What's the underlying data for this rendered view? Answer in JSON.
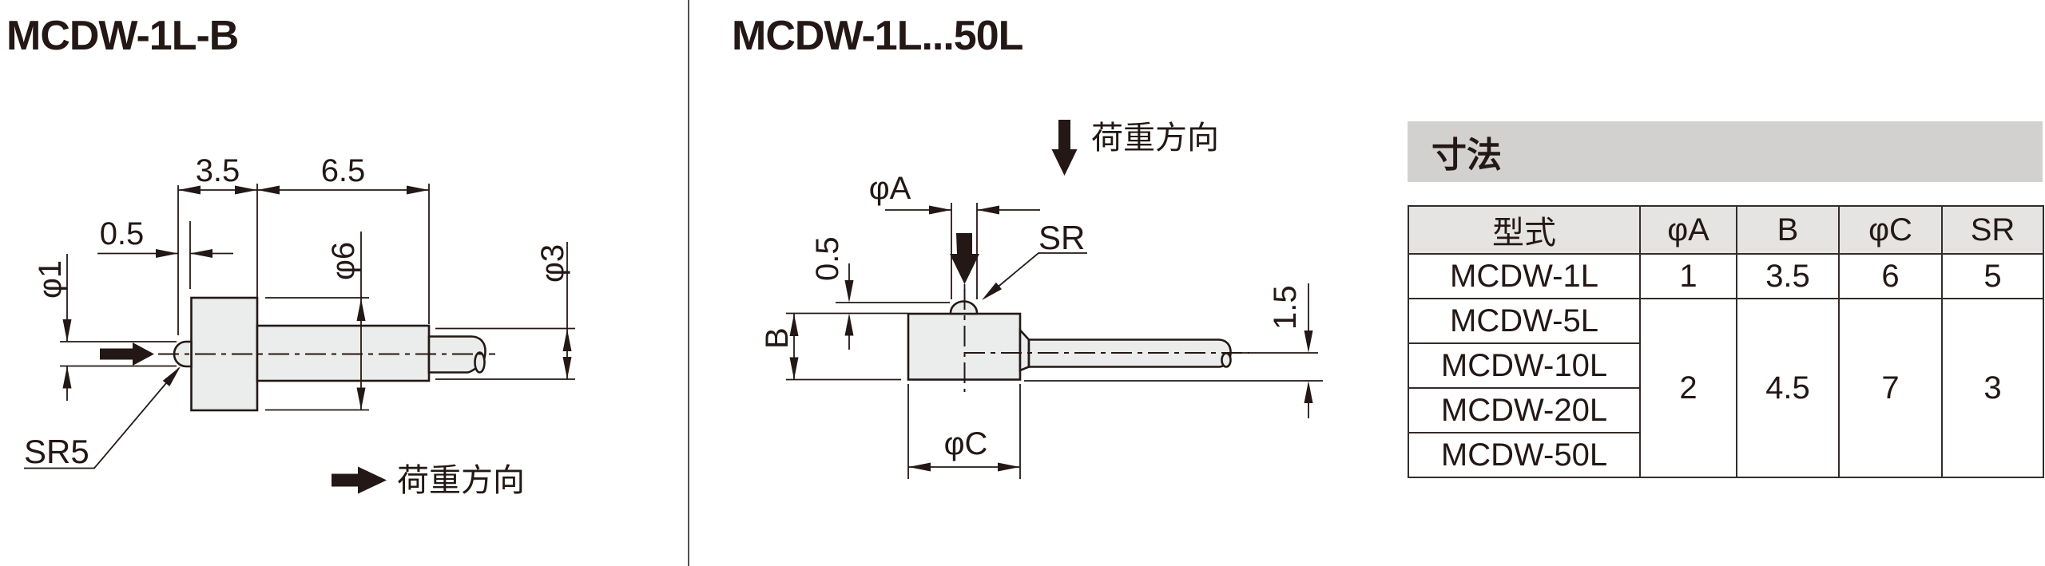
{
  "left_diagram": {
    "title": "MCDW-1L-B",
    "legend_label": "荷重方向",
    "dims": {
      "flange_length": "3.5",
      "body_length": "6.5",
      "tip_protrusion": "0.5",
      "tip_contact_dia": "φ1",
      "flange_dia": "φ6",
      "cable_dia": "φ3",
      "tip_radius": "SR5"
    }
  },
  "right_diagram": {
    "title": "MCDW-1L...50L",
    "legend_label": "荷重方向",
    "dims": {
      "tip_contact_dia": "φA",
      "tip_protrusion": "0.5",
      "tip_radius": "SR",
      "body_height": "B",
      "body_dia": "φC",
      "cable_offset": "1.5"
    }
  },
  "table": {
    "section_title": "寸法",
    "headers": [
      "型式",
      "φA",
      "B",
      "φC",
      "SR"
    ],
    "first_row": {
      "model": "MCDW-1L",
      "phiA": "1",
      "b": "3.5",
      "phiC": "6",
      "sr": "5"
    },
    "merged_models": [
      "MCDW-5L",
      "MCDW-10L",
      "MCDW-20L",
      "MCDW-50L"
    ],
    "merged_values": {
      "phiA": "2",
      "b": "4.5",
      "phiC": "7",
      "sr": "3"
    }
  },
  "colors": {
    "ink": "#231815",
    "body_fill": "#ebecec",
    "section_bar_bg": "#d3d1cf",
    "table_header_bg": "#e6e4e2",
    "background": "#ffffff"
  }
}
